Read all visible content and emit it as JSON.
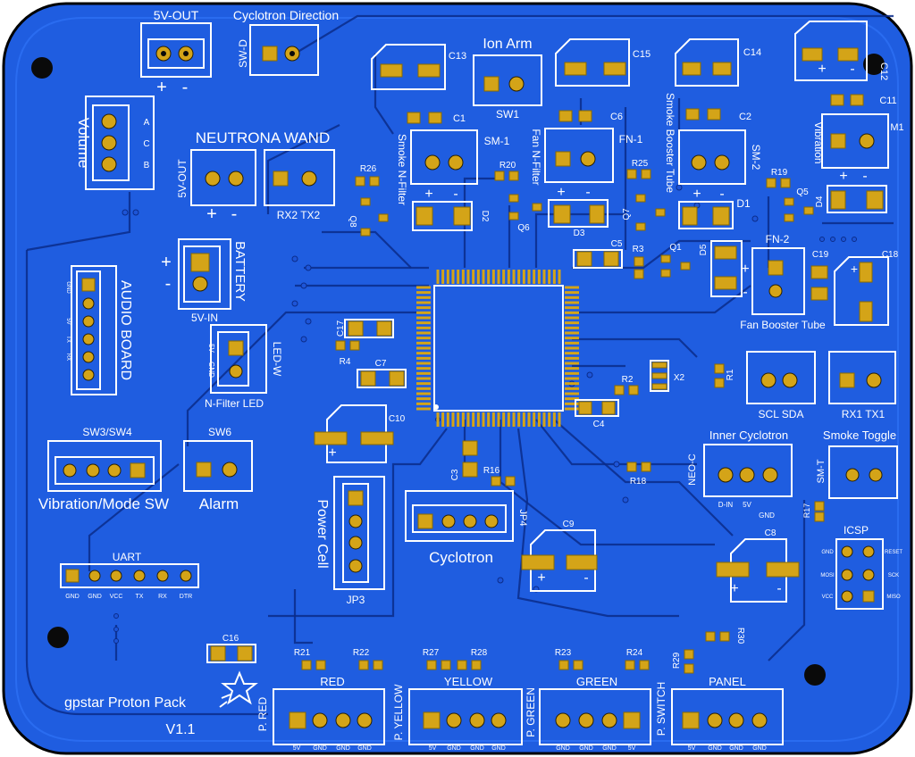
{
  "board": {
    "title": "gpstar Proton Pack",
    "version": "V1.1",
    "colors": {
      "substrate": "#1f5de0",
      "silkscreen": "#ffffff",
      "copper": "#d4a418",
      "edge": "#000000"
    },
    "logo_icon": "star-logo-icon"
  },
  "labels": {
    "five_v_out_top": "5V-OUT",
    "cyclotron_direction": "Cyclotron Direction",
    "sw_d": "SW-D",
    "plus": "+",
    "minus": "-",
    "volume": "Volume",
    "vol_a": "A",
    "vol_c": "C",
    "vol_b": "B",
    "neutrona_wand": "NEUTRONA WAND",
    "five_v_out_side": "5V-OUT",
    "rx2_tx2": "RX2  TX2",
    "ion_arm": "Ion Arm",
    "sw1": "SW1",
    "c13": "C13",
    "c1": "C1",
    "c15": "C15",
    "c6": "C6",
    "c14": "C14",
    "c2": "C2",
    "c12": "C12",
    "c11": "C11",
    "m1": "M1",
    "vibration": "Vibration",
    "smoke_n_filter": "Smoke N-Filter",
    "sm1": "SM-1",
    "fan_n_filter": "Fan N-Filter",
    "fn1": "FN-1",
    "smoke_booster_tube": "Smoke Booster Tube",
    "sm2": "SM-2",
    "r26": "R26",
    "r20": "R20",
    "r25": "R25",
    "r19": "R19",
    "q5": "Q5",
    "q8": "Q8",
    "q6": "Q6",
    "q7": "Q7",
    "d1": "D1",
    "d2": "D2",
    "d3": "D3",
    "d4": "D4",
    "battery": "BATTERY",
    "five_v_in": "5V-IN",
    "audio_board": "AUDIO BOARD",
    "audio_pins": [
      "GND",
      "5V",
      "TX",
      "RX"
    ],
    "led_w": "LED-W",
    "led_pins": [
      "5V",
      "GND"
    ],
    "n_filter_led": "N-Filter LED",
    "c17": "C17",
    "r4": "R4",
    "c7": "C7",
    "c5": "C5",
    "r3": "R3",
    "q1": "Q1",
    "d5": "D5",
    "fn2": "FN-2",
    "c19": "C19",
    "c18": "C18",
    "fan_booster_tube": "Fan Booster Tube",
    "r2": "R2",
    "x2": "X2",
    "r1": "R1",
    "c4": "C4",
    "scl_sda": "SCL  SDA",
    "rx1_tx1": "RX1  TX1",
    "sw3_sw4": "SW3/SW4",
    "vibration_mode_sw": "Vibration/Mode SW",
    "sw6": "SW6",
    "alarm": "Alarm",
    "c10": "C10",
    "power_cell": "Power Cell",
    "jp3": "JP3",
    "c3": "C3",
    "r16": "R16",
    "jp4": "JP4",
    "cyclotron": "Cyclotron",
    "c9": "C9",
    "inner_cyclotron": "Inner Cyclotron",
    "neo_c": "NEO-C",
    "neo_pins": [
      "D-IN",
      "5V",
      "GND"
    ],
    "r18": "R18",
    "smoke_toggle": "Smoke Toggle",
    "sm_t": "SM-T",
    "r17": "R17",
    "c8": "C8",
    "icsp": "ICSP",
    "icsp_left": [
      "GND",
      "MOSI",
      "VCC"
    ],
    "icsp_right": [
      "RESET",
      "SCK",
      "MISO"
    ],
    "uart": "UART",
    "uart_pins": [
      "GND",
      "GND",
      "VCC",
      "TX",
      "RX",
      "DTR"
    ],
    "c16": "C16",
    "r21": "R21",
    "r22": "R22",
    "red": "RED",
    "p_red": "P. RED",
    "red_pins": [
      "5V",
      "GND",
      "GND",
      "GND"
    ],
    "r27": "R27",
    "r28": "R28",
    "yellow": "YELLOW",
    "p_yellow": "P. YELLOW",
    "yellow_pins": [
      "5V",
      "GND",
      "GND",
      "GND"
    ],
    "r23": "R23",
    "r24": "R24",
    "green": "GREEN",
    "p_green": "P. GREEN",
    "green_pins": [
      "GND",
      "GND",
      "GND",
      "5V"
    ],
    "r29": "R29",
    "r30": "R30",
    "panel": "PANEL",
    "p_switch": "P. SWITCH",
    "panel_pins": [
      "5V",
      "GND",
      "GND",
      "GND"
    ]
  }
}
